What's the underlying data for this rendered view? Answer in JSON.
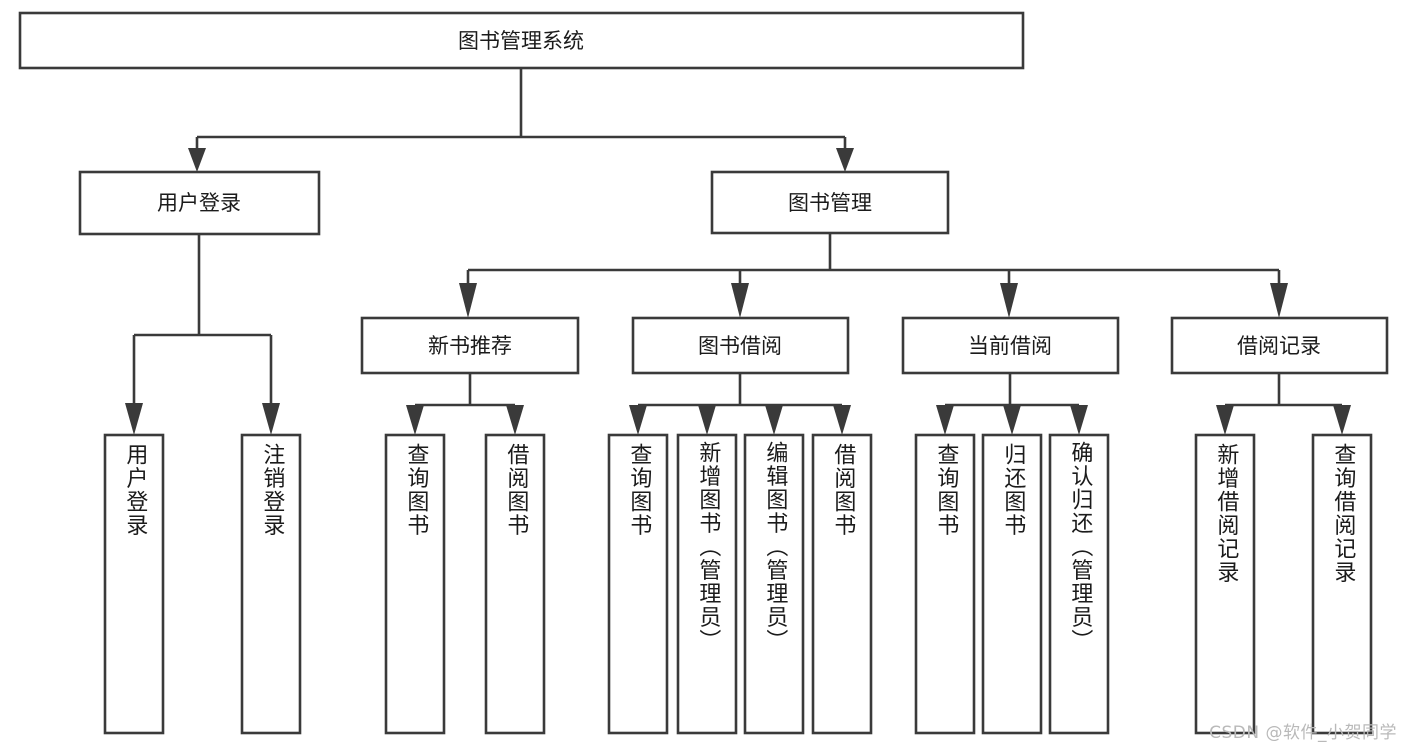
{
  "diagram": {
    "title": "图书管理系统",
    "type": "tree-hierarchy",
    "root": {
      "label": "图书管理系统",
      "orientation": "horizontal"
    },
    "level2": [
      {
        "label": "用户登录",
        "orientation": "horizontal"
      },
      {
        "label": "图书管理",
        "orientation": "horizontal"
      }
    ],
    "level3": [
      {
        "label": "新书推荐",
        "orientation": "horizontal",
        "parent": "图书管理"
      },
      {
        "label": "图书借阅",
        "orientation": "horizontal",
        "parent": "图书管理"
      },
      {
        "label": "当前借阅",
        "orientation": "horizontal",
        "parent": "图书管理"
      },
      {
        "label": "借阅记录",
        "orientation": "horizontal",
        "parent": "图书管理"
      }
    ],
    "leaves": {
      "user_login": [
        {
          "label": "用户登录",
          "orientation": "vertical"
        },
        {
          "label": "注销登录",
          "orientation": "vertical"
        }
      ],
      "new_book_recommend": [
        {
          "label": "查询图书",
          "orientation": "vertical"
        },
        {
          "label": "借阅图书",
          "orientation": "vertical"
        }
      ],
      "book_borrow": [
        {
          "label": "查询图书",
          "orientation": "vertical"
        },
        {
          "label": "新增图书（管理员）",
          "orientation": "vertical"
        },
        {
          "label": "编辑图书（管理员）",
          "orientation": "vertical"
        },
        {
          "label": "借阅图书",
          "orientation": "vertical"
        }
      ],
      "current_borrow": [
        {
          "label": "查询图书",
          "orientation": "vertical"
        },
        {
          "label": "归还图书",
          "orientation": "vertical"
        },
        {
          "label": "确认归还（管理员）",
          "orientation": "vertical"
        }
      ],
      "borrow_record": [
        {
          "label": "新增借阅记录",
          "orientation": "vertical"
        },
        {
          "label": "查询借阅记录",
          "orientation": "vertical"
        }
      ]
    },
    "colors": {
      "box_stroke": "#3a3a3a",
      "box_fill": "#ffffff",
      "connector": "#3a3a3a",
      "text": "#1b1b1b",
      "background": "#ffffff",
      "watermark": "#b9b9b9"
    }
  },
  "watermark": {
    "text": "CSDN @软件_小贺同学"
  }
}
